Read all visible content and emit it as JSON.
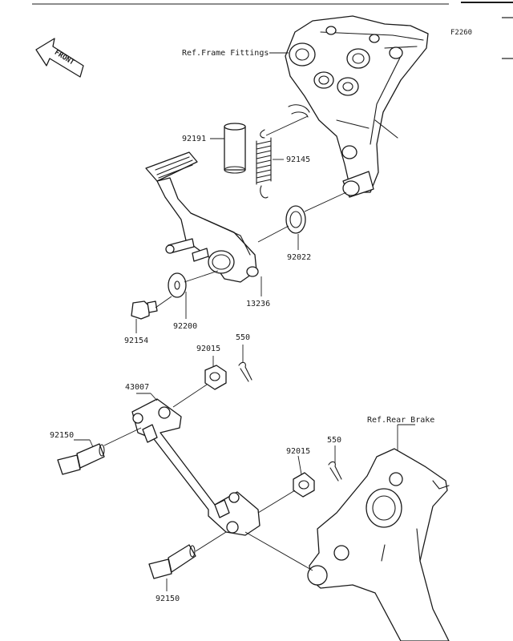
{
  "figure": {
    "code": "F2260",
    "front_badge": "FRONT"
  },
  "labels": {
    "ref_frame": "Ref.Frame Fittings",
    "ref_rear_brake": "Ref.Rear Brake",
    "p92191": "92191",
    "p92145": "92145",
    "p92022": "92022",
    "p13236": "13236",
    "p92154": "92154",
    "p92200": "92200",
    "p92015_top": "92015",
    "p550_top": "550",
    "p43007": "43007",
    "p92150_top": "92150",
    "p92015_bottom": "92015",
    "p550_bottom": "550",
    "p92150_bottom": "92150"
  }
}
